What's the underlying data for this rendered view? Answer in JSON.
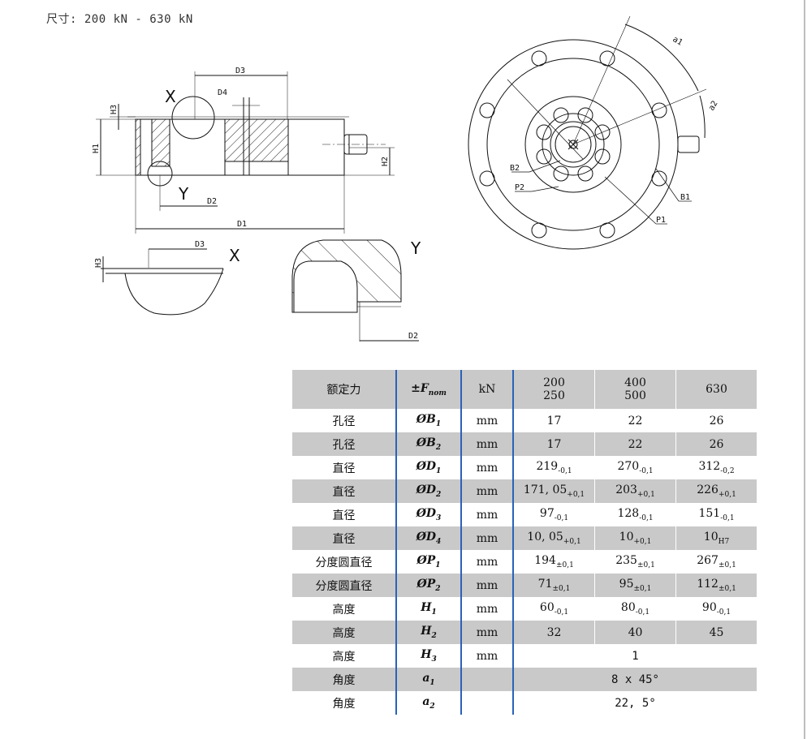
{
  "title": "尺寸: 200 kN - 630 kN",
  "drawing_labels": {
    "d3": "D3",
    "d4": "D4",
    "h3": "H3",
    "h1": "H1",
    "h2": "H2",
    "d2": "D2",
    "d1": "D1",
    "x": "X",
    "y": "Y",
    "a1": "a1",
    "a2": "a2",
    "b1": "B1",
    "b2": "B2",
    "p1": "P1",
    "p2": "P2"
  },
  "table": {
    "header": {
      "name": "额定力",
      "symbol": "±F",
      "symbol_sub": "nom",
      "unit": "kN",
      "col1": [
        "200",
        "250"
      ],
      "col2": [
        "400",
        "500"
      ],
      "col3": "630"
    },
    "rows": [
      {
        "name": "孔径",
        "sym": "ØB",
        "sub": "1",
        "unit": "mm",
        "v1": "17",
        "v2": "22",
        "v3": "26"
      },
      {
        "name": "孔径",
        "sym": "ØB",
        "sub": "2",
        "unit": "mm",
        "v1": "17",
        "v2": "22",
        "v3": "26"
      },
      {
        "name": "直径",
        "sym": "ØD",
        "sub": "1",
        "unit": "mm",
        "v1": "219",
        "t1": "-0,1",
        "v2": "270",
        "t2": "-0,1",
        "v3": "312",
        "t3": "-0,2"
      },
      {
        "name": "直径",
        "sym": "ØD",
        "sub": "2",
        "unit": "mm",
        "v1": "171, 05",
        "t1": "+0,1",
        "v2": "203",
        "t2": "+0,1",
        "v3": "226",
        "t3": "+0,1"
      },
      {
        "name": "直径",
        "sym": "ØD",
        "sub": "3",
        "unit": "mm",
        "v1": "97",
        "t1": "-0,1",
        "v2": "128",
        "t2": "-0,1",
        "v3": "151",
        "t3": "-0,1"
      },
      {
        "name": "直径",
        "sym": "ØD",
        "sub": "4",
        "unit": "mm",
        "v1": "10, 05",
        "t1": "+0,1",
        "v2": "10",
        "t2": "+0,1",
        "v3": "10",
        "t3": "H7"
      },
      {
        "name": "分度圆直径",
        "sym": "ØP",
        "sub": "1",
        "unit": "mm",
        "v1": "194",
        "t1": "±0,1",
        "v2": "235",
        "t2": "±0,1",
        "v3": "267",
        "t3": "±0,1"
      },
      {
        "name": "分度圆直径",
        "sym": "ØP",
        "sub": "2",
        "unit": "mm",
        "v1": "71",
        "t1": "±0,1",
        "v2": "95",
        "t2": "±0,1",
        "v3": "112",
        "t3": "±0,1"
      },
      {
        "name": "高度",
        "sym": "H",
        "sub": "1",
        "unit": "mm",
        "v1": "60",
        "t1": "-0,1",
        "v2": "80",
        "t2": "-0,1",
        "v3": "90",
        "t3": "-0,1"
      },
      {
        "name": "高度",
        "sym": "H",
        "sub": "2",
        "unit": "mm",
        "v1": "32",
        "v2": "40",
        "v3": "45"
      }
    ],
    "span_rows": [
      {
        "name": "高度",
        "sym": "H",
        "sub": "3",
        "unit": "mm",
        "value": "1"
      },
      {
        "name": "角度",
        "sym": "a",
        "sub": "1",
        "unit": "",
        "value": "8 x 45°"
      },
      {
        "name": "角度",
        "sym": "a",
        "sub": "2",
        "unit": "",
        "value": "22, 5°"
      }
    ]
  }
}
